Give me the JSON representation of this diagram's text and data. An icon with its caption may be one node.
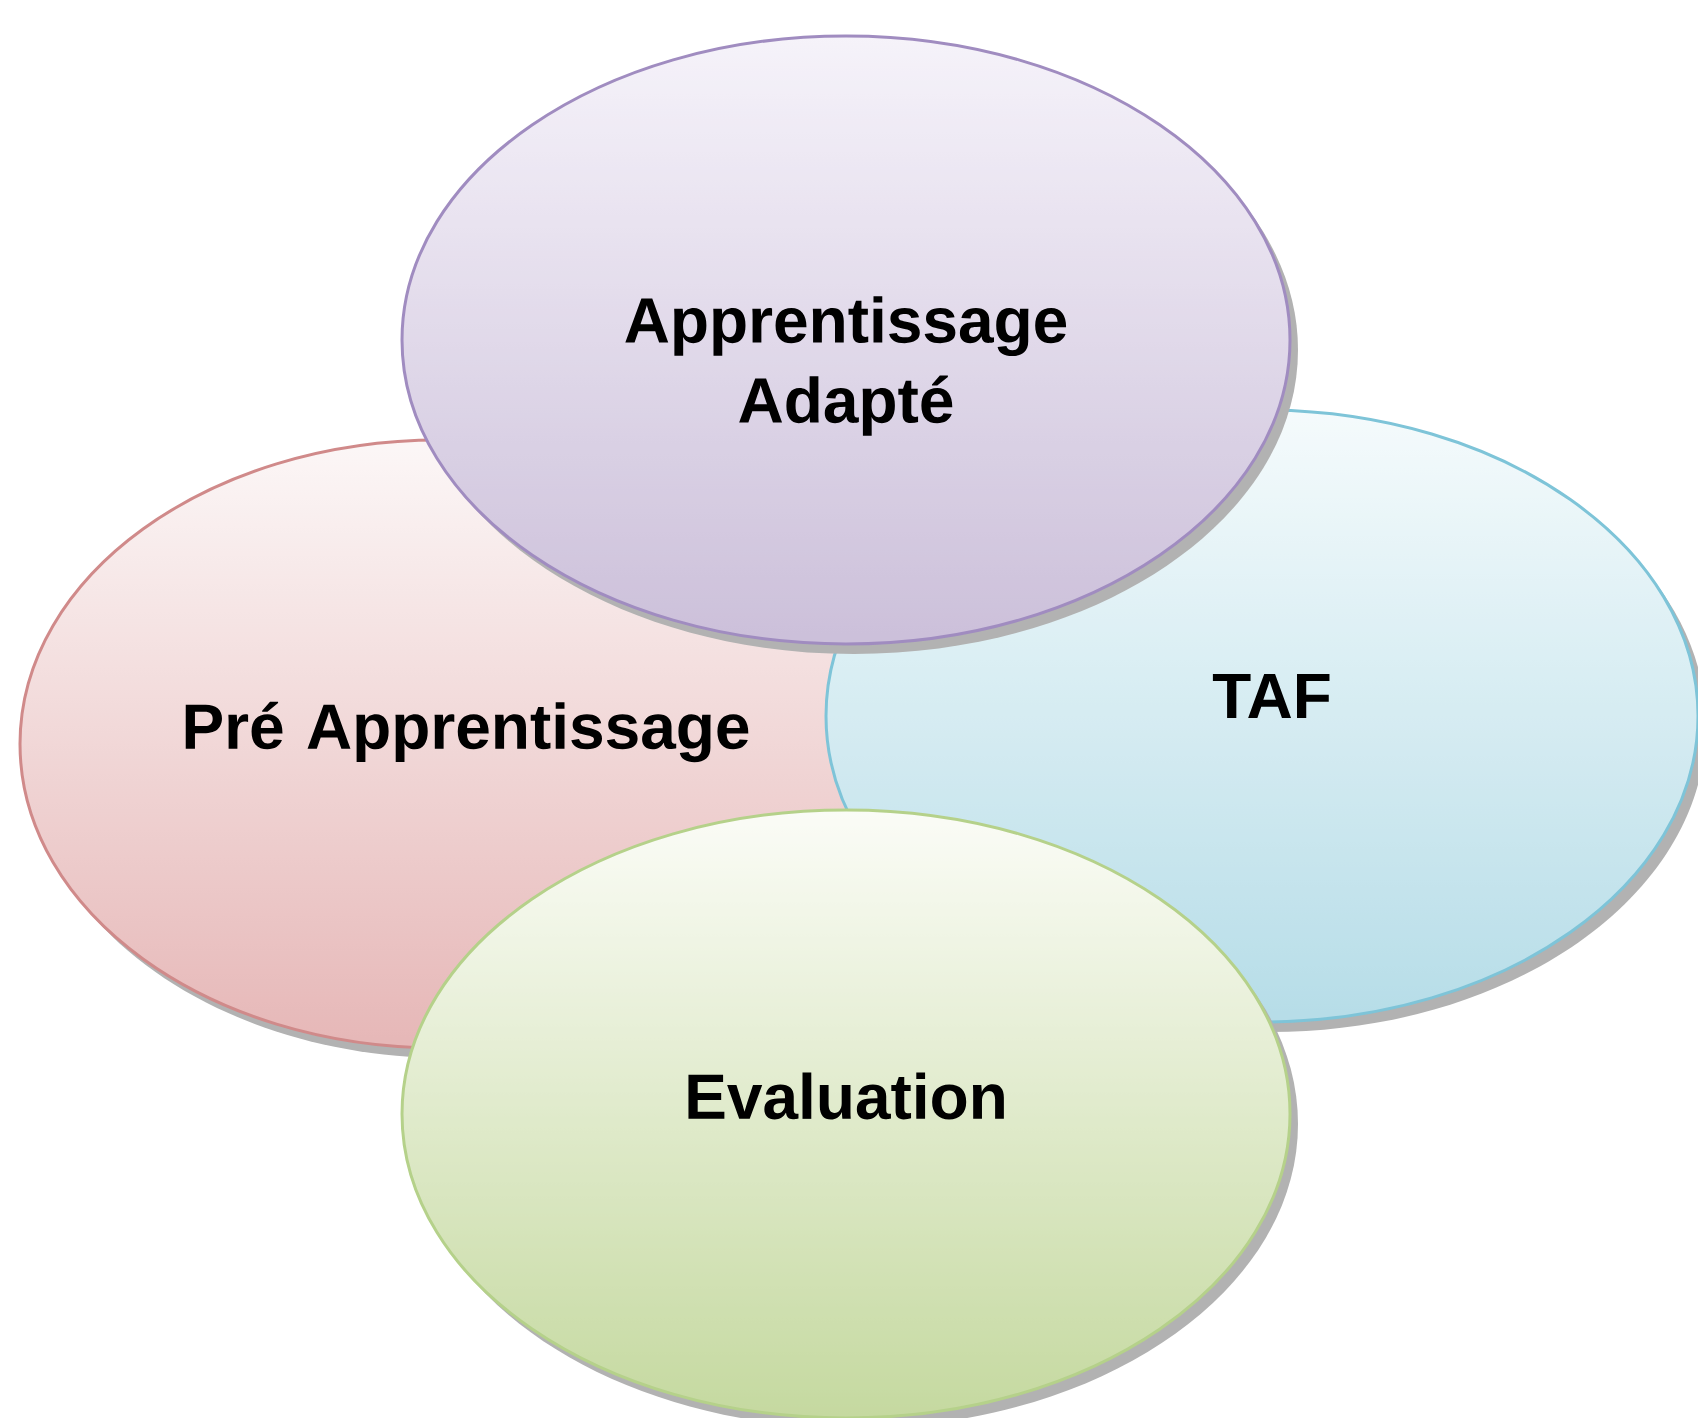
{
  "diagram": {
    "nodes": [
      {
        "text": [
          "Apprentissage Adapté"
        ]
      },
      {
        "text": [
          "Pré Apprentissage"
        ]
      },
      {
        "text": [
          "TAF"
        ]
      },
      {
        "text": [
          "Evaluation"
        ]
      }
    ]
  }
}
